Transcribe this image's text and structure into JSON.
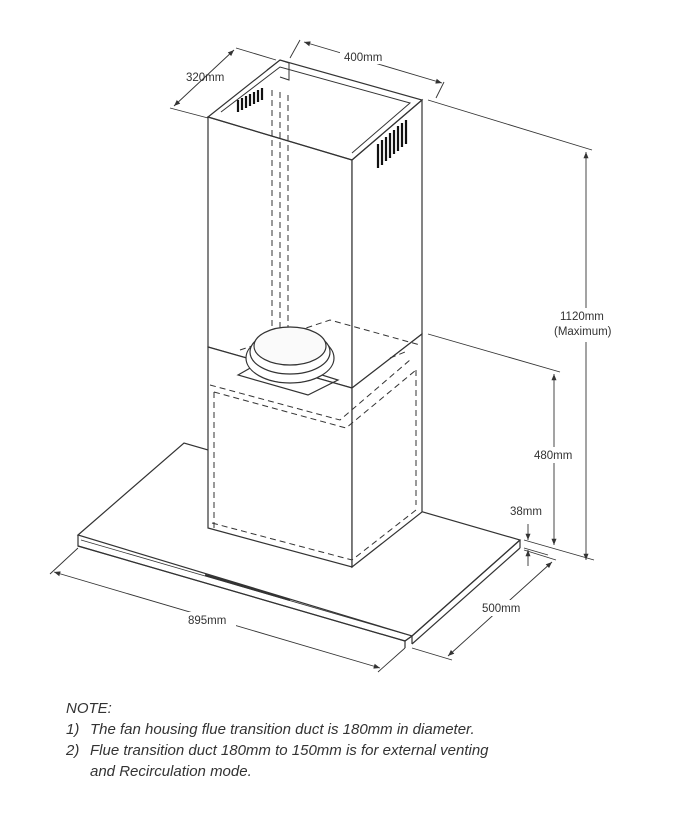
{
  "dimensions": {
    "width_top": "400mm",
    "depth_top": "320mm",
    "height_max": "1120mm",
    "height_max_note": "(Maximum)",
    "chimney_height": "480mm",
    "canopy_thickness": "38mm",
    "canopy_depth": "500mm",
    "canopy_width": "895mm"
  },
  "notes": {
    "heading": "NOTE:",
    "items": [
      {
        "num": "1)",
        "text": "The fan housing flue transition duct is 180mm in diameter."
      },
      {
        "num": "2)",
        "text": "Flue transition duct 180mm to 150mm is for external venting",
        "cont": "and Recirculation mode."
      }
    ]
  }
}
